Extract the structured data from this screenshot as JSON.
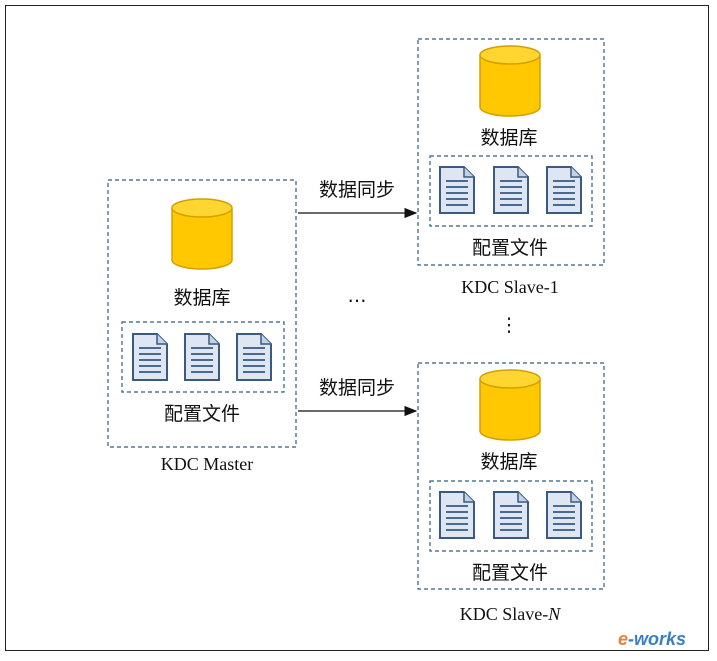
{
  "labels": {
    "database": "数据库",
    "config_files": "配置文件",
    "sync": "数据同步",
    "hdots": "…",
    "vdots": "⋮"
  },
  "nodes": {
    "master": "KDC Master",
    "slave1": "KDC Slave-1",
    "slaveN_prefix": "KDC Slave-",
    "slaveN_suffix": "N"
  },
  "watermark": {
    "e": "e",
    "rest": "-works"
  },
  "icons": {
    "database": "database-cylinder-icon",
    "config": "document-icon"
  },
  "colors": {
    "db_fill": "#ffc800",
    "db_stroke": "#d4a000",
    "box_dash": "#2f5f7f",
    "doc_fill": "#dde6f2",
    "doc_stroke": "#3a5a80"
  }
}
